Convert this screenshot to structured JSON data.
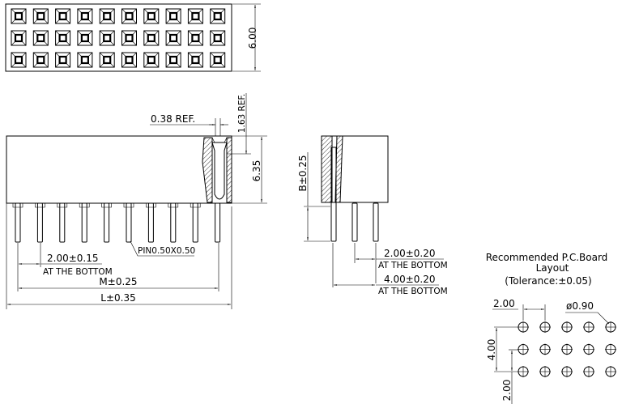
{
  "drawing": {
    "top_view": {
      "rows": 3,
      "columns": 10,
      "width_dim": "6.00"
    },
    "front_view": {
      "pin_count": 10,
      "dims": {
        "ref_038": "0.38  REF.",
        "ref_163": "1.63  REF.",
        "height": "6.35",
        "pitch": "2.00±0.15",
        "pitch_note": "AT  THE  BOTTOM",
        "pin": "PIN0.50X0.50",
        "m": "M±0.25",
        "l": "L±0.35"
      }
    },
    "side_view": {
      "pin_count": 3,
      "dims": {
        "b": "B±0.25",
        "pitch1": "2.00±0.20",
        "pitch1_note": "AT  THE  BOTTOM",
        "pitch2": "4.00±0.20",
        "pitch2_note": "AT  THE  BOTTOM"
      }
    },
    "pcb_layout": {
      "title_line1": "Recommended  P.C.Board",
      "title_line2": "Layout",
      "title_line3": "(Tolerance:±0.05)",
      "rows": 3,
      "columns": 5,
      "dim_x": "2.00",
      "hole": "ø0.90",
      "dim_y1": "4.00",
      "dim_y2": "2.00"
    }
  }
}
